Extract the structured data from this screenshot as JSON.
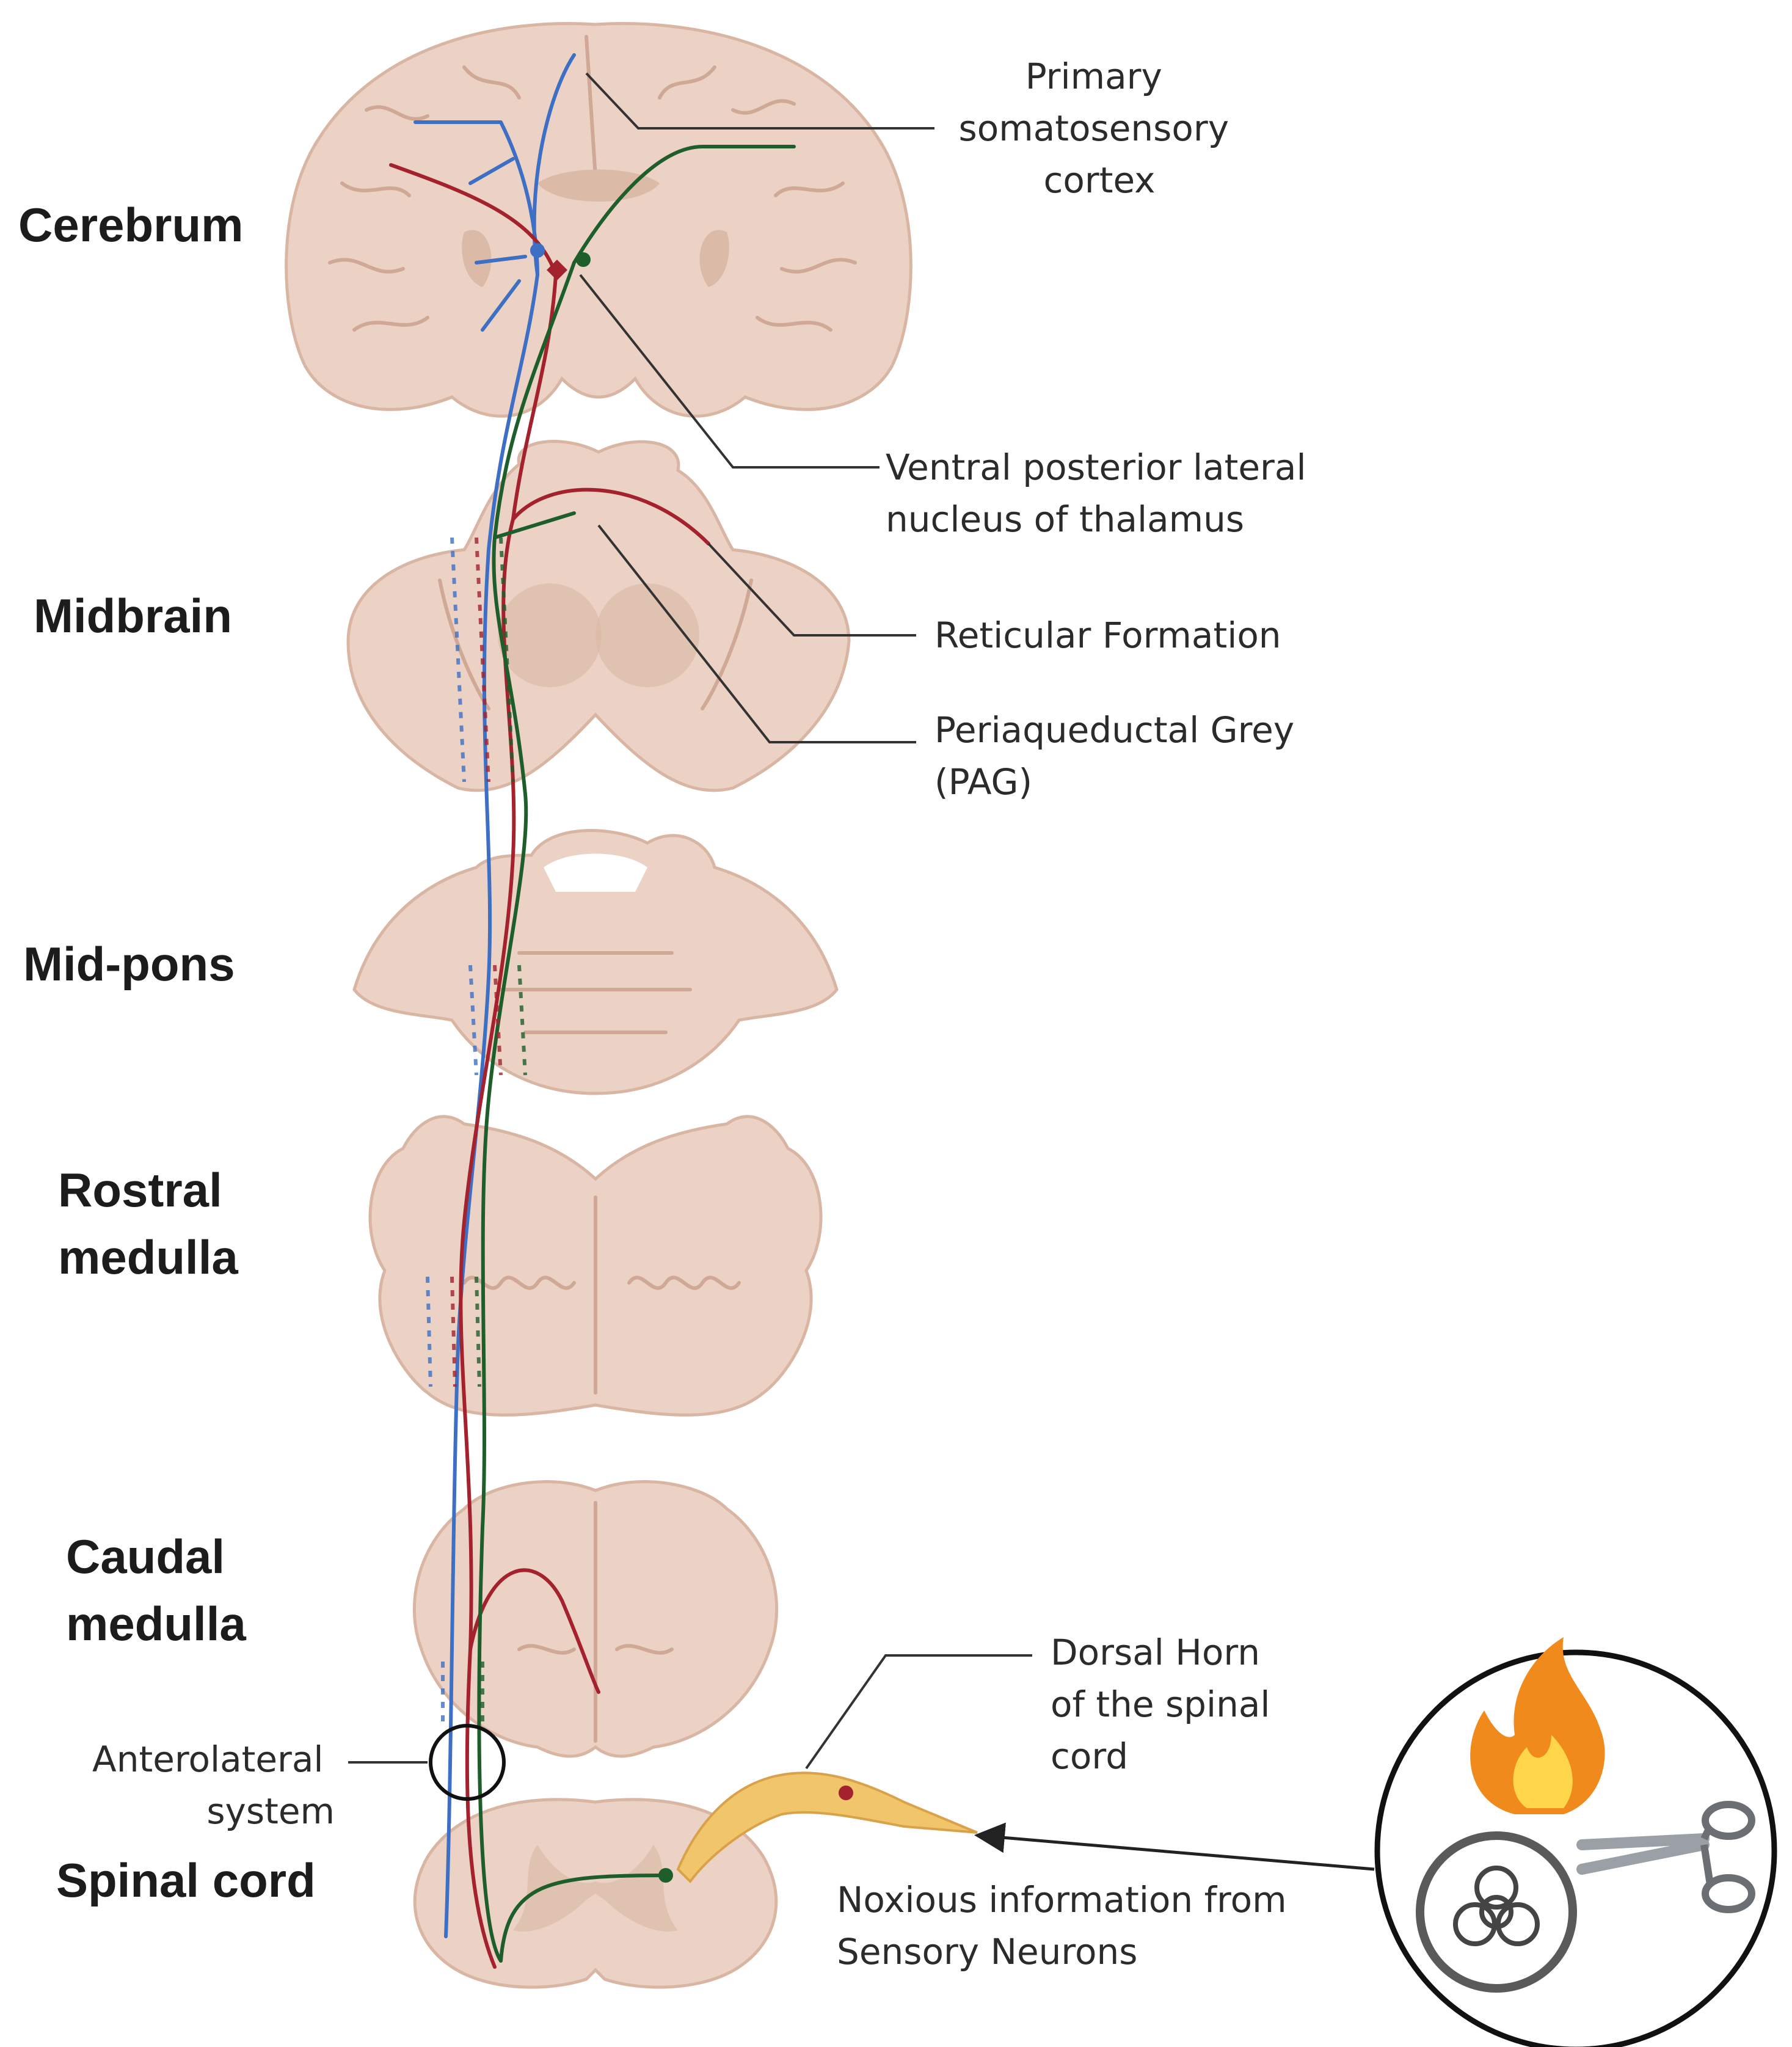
{
  "levels": {
    "cerebrum": "Cerebrum",
    "midbrain": "Midbrain",
    "mid_pons": "Mid-pons",
    "rostral_medulla": [
      "Rostral",
      "medulla"
    ],
    "caudal_medulla": [
      "Caudal",
      "medulla"
    ],
    "spinal_cord": "Spinal cord"
  },
  "annotations": {
    "primary_cortex": [
      "Primary",
      "somatosensory",
      "cortex"
    ],
    "vpl": [
      "Ventral posterior lateral",
      "nucleus of thalamus"
    ],
    "reticular": "Reticular Formation",
    "pag": [
      "Periaqueductal Grey",
      "(PAG)"
    ],
    "dorsal_horn": [
      "Dorsal Horn",
      "of the spinal",
      "cord"
    ],
    "anterolateral": [
      "Anterolateral",
      "system"
    ],
    "noxious": [
      "Noxious information from",
      "Sensory Neurons"
    ]
  },
  "colors": {
    "tract_blue": "#3d6fc4",
    "tract_red": "#a3222e",
    "tract_green": "#1e5e2a",
    "tissue": "#ecd2c4",
    "nerve": "#f1c66b"
  },
  "icons": [
    "fire-icon",
    "scissors-icon",
    "biohazard-icon"
  ]
}
